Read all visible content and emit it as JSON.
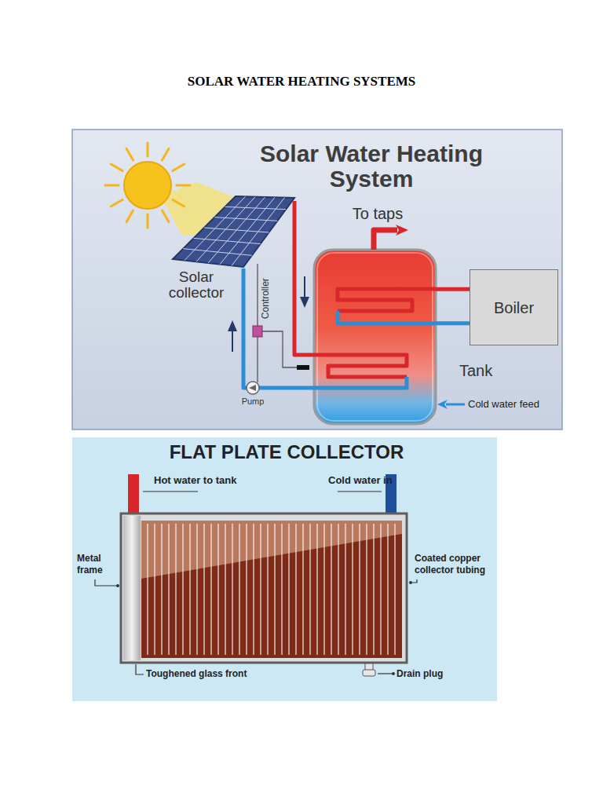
{
  "diagram": {
    "title": "SOLAR WATER HEATING SYSTEMS",
    "nodes": [
      {
        "text": [
          "Boiler"
        ]
      },
      {
        "text": [
          "Tank"
        ]
      }
    ],
    "edges": [
      {
        "from": 0,
        "to": 1,
        "arrow": "none"
      },
      {
        "from": 0,
        "to": 1,
        "arrow": "none"
      }
    ],
    "labels": [
      "Solar Water Heating System",
      "To taps",
      "Solar collector",
      "Controller",
      "Pump",
      "Cold water feed",
      "FLAT PLATE COLLECTOR",
      "Hot water to tank",
      "Cold water in",
      "Metal frame",
      "Coated copper collector tubing",
      "Toughened glass front",
      "Drain plug"
    ]
  }
}
